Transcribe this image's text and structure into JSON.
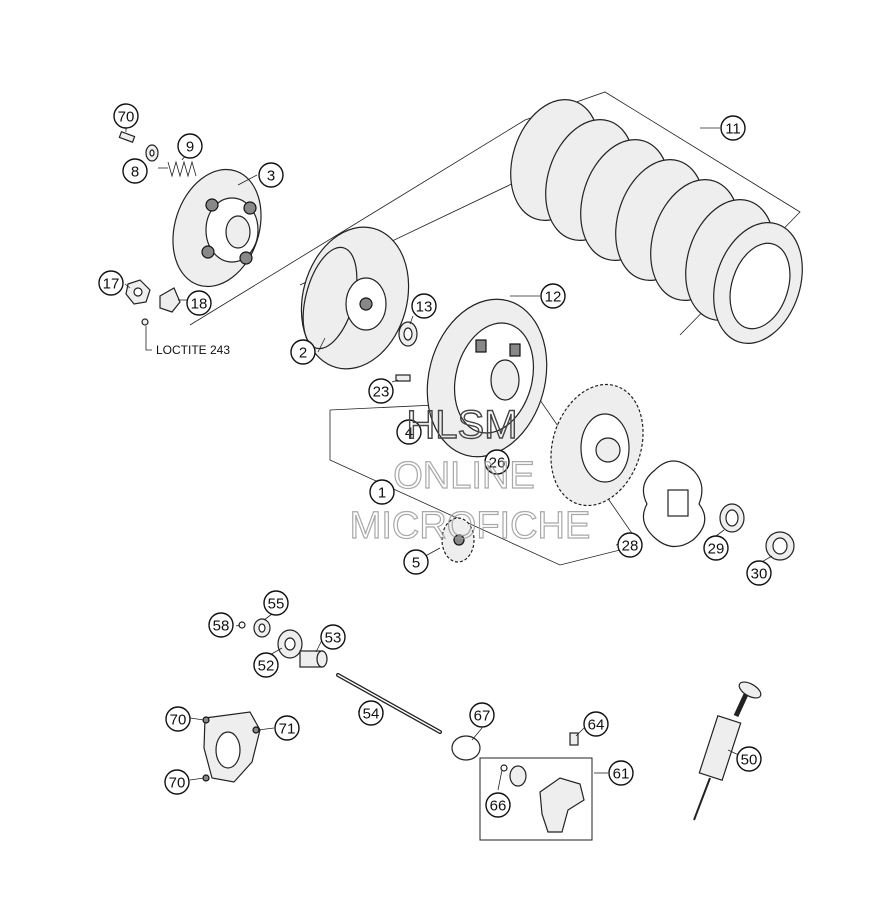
{
  "callouts": [
    {
      "id": "70a",
      "label": "70"
    },
    {
      "id": "8",
      "label": "8"
    },
    {
      "id": "9",
      "label": "9"
    },
    {
      "id": "3",
      "label": "3"
    },
    {
      "id": "11",
      "label": "11"
    },
    {
      "id": "12",
      "label": "12"
    },
    {
      "id": "17",
      "label": "17"
    },
    {
      "id": "18",
      "label": "18"
    },
    {
      "id": "2",
      "label": "2"
    },
    {
      "id": "13",
      "label": "13"
    },
    {
      "id": "23",
      "label": "23"
    },
    {
      "id": "4",
      "label": "4"
    },
    {
      "id": "26",
      "label": "26"
    },
    {
      "id": "1",
      "label": "1"
    },
    {
      "id": "5",
      "label": "5"
    },
    {
      "id": "28",
      "label": "28"
    },
    {
      "id": "29",
      "label": "29"
    },
    {
      "id": "30",
      "label": "30"
    },
    {
      "id": "58",
      "label": "58"
    },
    {
      "id": "55",
      "label": "55"
    },
    {
      "id": "53",
      "label": "53"
    },
    {
      "id": "52",
      "label": "52"
    },
    {
      "id": "54",
      "label": "54"
    },
    {
      "id": "67",
      "label": "67"
    },
    {
      "id": "64",
      "label": "64"
    },
    {
      "id": "61",
      "label": "61"
    },
    {
      "id": "66",
      "label": "66"
    },
    {
      "id": "50",
      "label": "50"
    },
    {
      "id": "70b",
      "label": "70"
    },
    {
      "id": "71",
      "label": "71"
    },
    {
      "id": "70c",
      "label": "70"
    }
  ],
  "note": "LOCTITE 243",
  "watermark": {
    "line1": "HLSM",
    "line2": "ONLINE",
    "line3": "MICROFICHE"
  }
}
